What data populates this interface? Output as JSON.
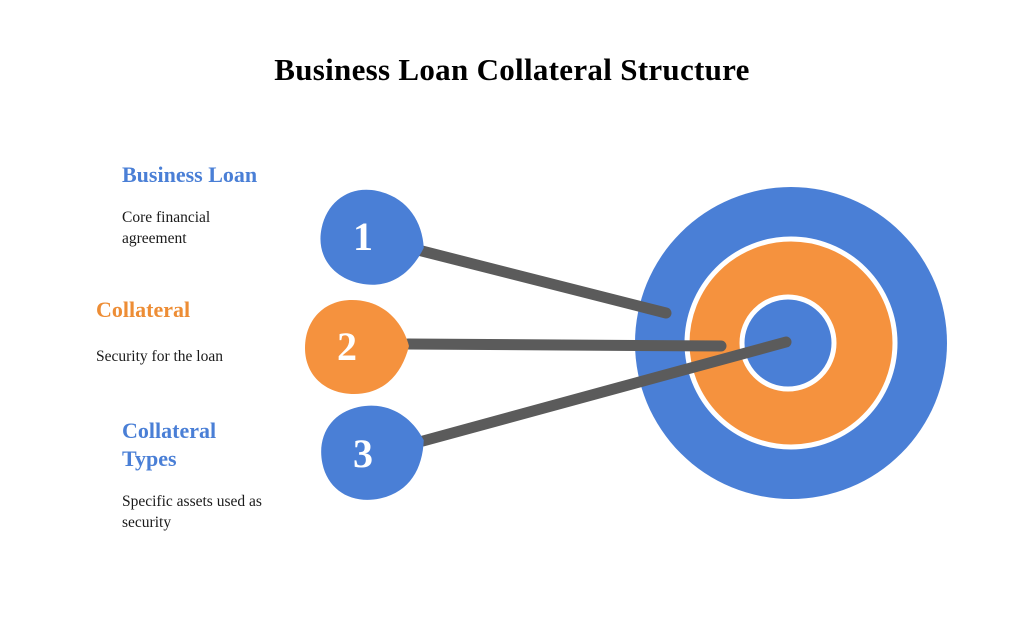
{
  "title": "Business Loan Collateral Structure",
  "items": [
    {
      "number": "1",
      "heading": "Business Loan",
      "description": "Core financial agreement",
      "accent": "#4A7FD6"
    },
    {
      "number": "2",
      "heading": "Collateral",
      "description": "Security for the loan",
      "accent": "#F5923E"
    },
    {
      "number": "3",
      "heading": "Collateral Types",
      "description": "Specific assets used as security",
      "accent": "#4A7FD6"
    }
  ],
  "colors": {
    "blue": "#4A7FD6",
    "orange": "#F5923E",
    "connector_gray": "#5B5B5B",
    "background": "#FFFFFF",
    "title_text": "#000000",
    "body_text": "#1A1A1A"
  },
  "target": {
    "rings": [
      "blue",
      "orange",
      "blue"
    ]
  }
}
